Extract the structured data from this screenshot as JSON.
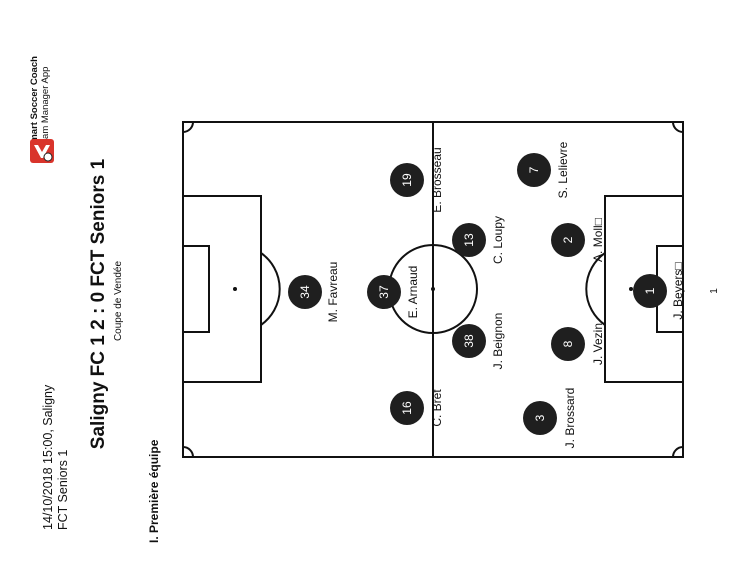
{
  "header": {
    "date_venue": "14/10/2018 15:00, Saligny",
    "team": "FCT Seniors 1"
  },
  "match": {
    "title": "Saligny FC 1 2 : 0 FCT Seniors 1",
    "competition": "Coupe de Vendée"
  },
  "section_title": "I. Première équipe",
  "brand": {
    "name": "Smart Soccer Coach",
    "tagline": "Team Manager App",
    "icon": "app-logo-icon"
  },
  "page_number": "1",
  "colors": {
    "player_marker": "#1f1f1f",
    "line": "#111111",
    "logo_red": "#d9342b"
  },
  "players": [
    {
      "number": "34",
      "name": "M. Favreau"
    },
    {
      "number": "19",
      "name": "E. Brosseau"
    },
    {
      "number": "37",
      "name": "E. Arnaud"
    },
    {
      "number": "16",
      "name": "C. Bret"
    },
    {
      "number": "13",
      "name": "C. Loupy"
    },
    {
      "number": "38",
      "name": "J. Beignon"
    },
    {
      "number": "7",
      "name": "S. Lelievre"
    },
    {
      "number": "2",
      "name": "A. Moll□"
    },
    {
      "number": "8",
      "name": "J. Vezin"
    },
    {
      "number": "3",
      "name": "J. Brossard"
    },
    {
      "number": "1",
      "name": "J. Beyers□"
    }
  ]
}
